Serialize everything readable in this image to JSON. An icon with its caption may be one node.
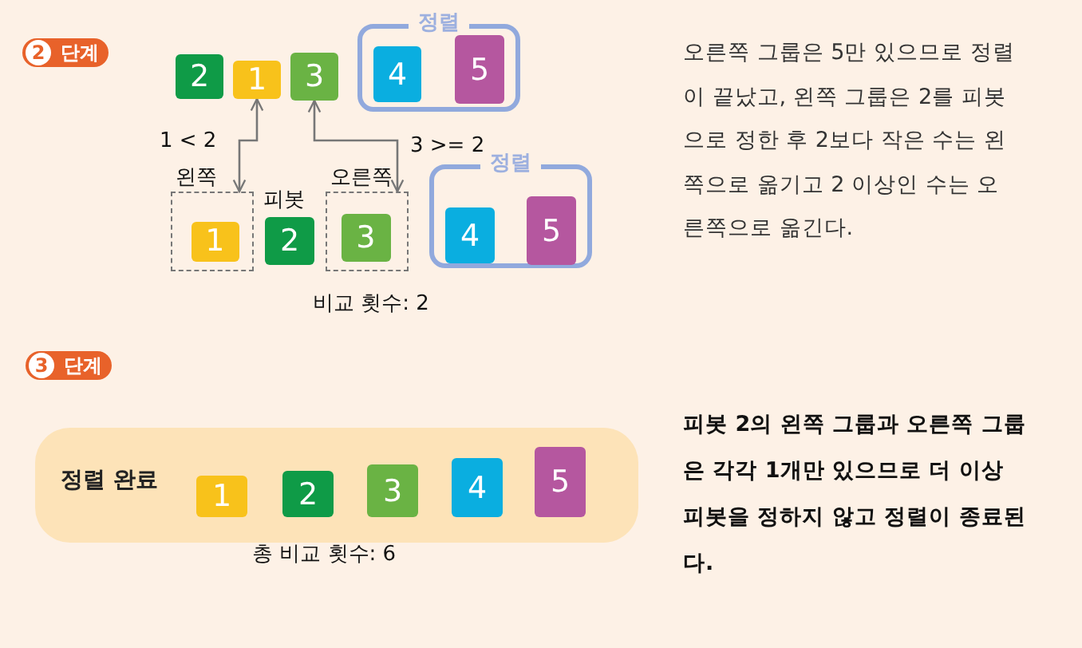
{
  "diagram": {
    "nodes": [
      {
        "text": [
          "2"
        ]
      },
      {
        "text": [
          "1"
        ]
      },
      {
        "text": [
          "3"
        ]
      },
      {
        "text": [
          "정렬"
        ]
      },
      {
        "text": [
          "4"
        ],
        "in": 3
      },
      {
        "text": [
          "5"
        ],
        "in": 3
      },
      {
        "text": [
          "왼쪽"
        ]
      },
      {
        "text": [
          "1"
        ],
        "in": 6
      },
      {
        "text": [
          "2"
        ],
        "beside": [
          "피봇"
        ]
      },
      {
        "text": [
          "오른쪽"
        ]
      },
      {
        "text": [
          "3"
        ],
        "in": 9
      },
      {
        "text": [
          "정렬"
        ]
      },
      {
        "text": [
          "4"
        ],
        "in": 11
      },
      {
        "text": [
          "5"
        ],
        "in": 11
      },
      {
        "text": [
          "정렬 완료"
        ]
      },
      {
        "text": [
          "1"
        ],
        "in": 14
      },
      {
        "text": [
          "2"
        ],
        "in": 14
      },
      {
        "text": [
          "3"
        ],
        "in": 14
      },
      {
        "text": [
          "4"
        ],
        "in": 14
      },
      {
        "text": [
          "5"
        ],
        "in": 14
      }
    ],
    "edges": [
      {
        "from": 1,
        "to": 6,
        "arrow": "both",
        "label": "1 < 2"
      },
      {
        "from": 2,
        "to": 9,
        "arrow": "both",
        "label": "3 >= 2"
      }
    ],
    "labels": [
      "2",
      "단계",
      "비교 횟수: 2",
      "오른쪽 그룹은 5만 있으므로 정렬이 끝났고, 왼쪽 그룹은 2를 피봇으로 정한 후 2보다 작은 수는 왼쪽으로 옮기고 2 이상인 수는 오른쪽으로 옮긴다.",
      "3",
      "단계",
      "총 비교 횟수: 6",
      "피봇 2의 왼쪽 그룹과 오른쪽 그룹은 각각 1개만 있으므로 더 이상 피봇을 정하지 않고 정렬이 종료된다."
    ]
  }
}
